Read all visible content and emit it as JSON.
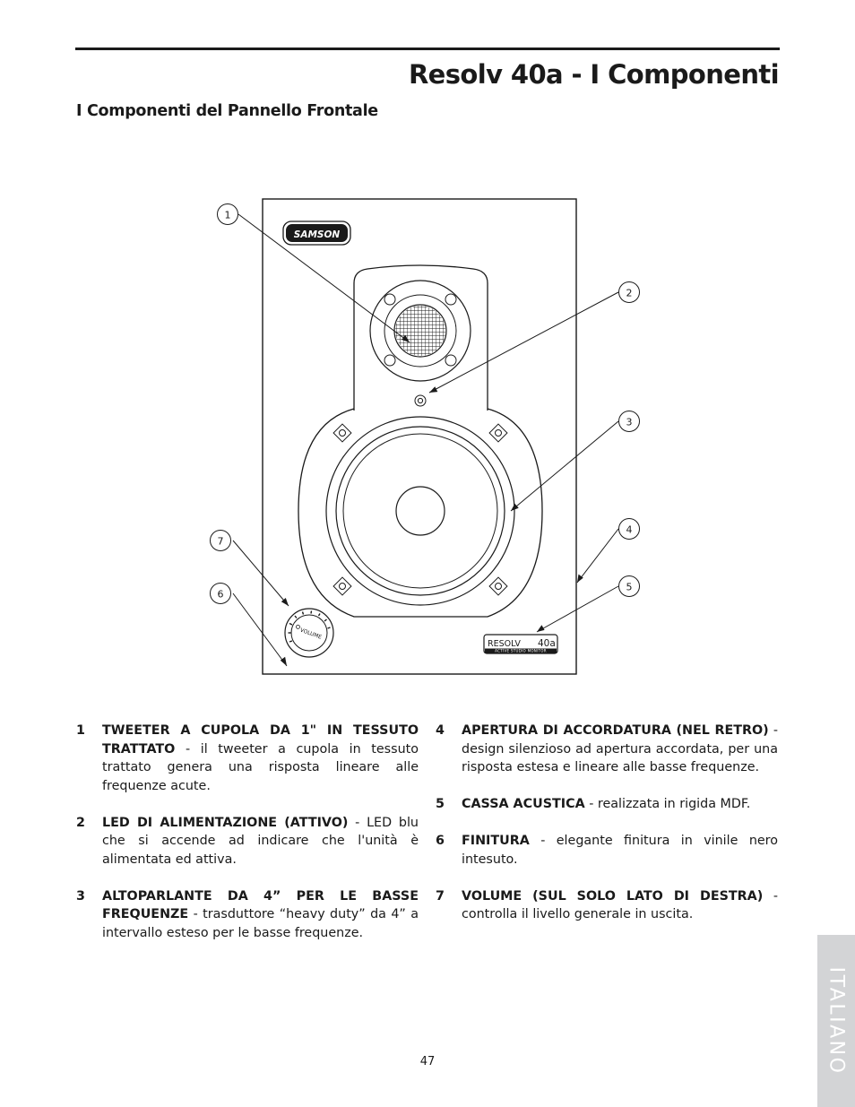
{
  "header": {
    "title": "Resolv 40a - I Componenti"
  },
  "section": {
    "title": "I Componenti del Pannello Frontale"
  },
  "figure": {
    "callouts": [
      "1",
      "2",
      "3",
      "4",
      "5",
      "6",
      "7"
    ],
    "brand_logo": "SAMSON",
    "model_logo": "RESOLV",
    "model_number": "40a",
    "model_tagline": "ACTIVE STUDIO MONITOR",
    "knob_label": "VOLUME"
  },
  "items": [
    {
      "number": "1",
      "term": "TWEETER A CUPOLA DA 1\" IN TESSUTO TRATTATO",
      "desc": " - il tweeter a cupola in tessuto trattato genera una risposta lineare alle frequenze acute."
    },
    {
      "number": "2",
      "term": "LED DI ALIMENTAZIONE (ATTIVO)",
      "desc": " - LED blu che si accende ad indicare che l'unità è alimentata ed attiva."
    },
    {
      "number": "3",
      "term": "ALTOPARLANTE DA 4” PER LE BASSE FREQUENZE",
      "desc": " - trasduttore “heavy duty” da 4” a intervallo esteso per le basse frequenze."
    },
    {
      "number": "4",
      "term": "APERTURA DI ACCORDATURA (NEL RETRO)",
      "desc": " - design silenzioso ad apertura accordata, per una risposta estesa e lineare alle basse frequenze."
    },
    {
      "number": "5",
      "term": "CASSA ACUSTICA",
      "desc": " - realizzata in rigida MDF."
    },
    {
      "number": "6",
      "term": "FINITURA",
      "desc": " - elegante finitura in vinile nero intesuto."
    },
    {
      "number": "7",
      "term": "VOLUME (SUL SOLO LATO DI DESTRA)",
      "desc": " - controlla il livello generale in uscita."
    }
  ],
  "side_tab": {
    "label": "ITALIANO"
  },
  "footer": {
    "page_number": "47"
  }
}
